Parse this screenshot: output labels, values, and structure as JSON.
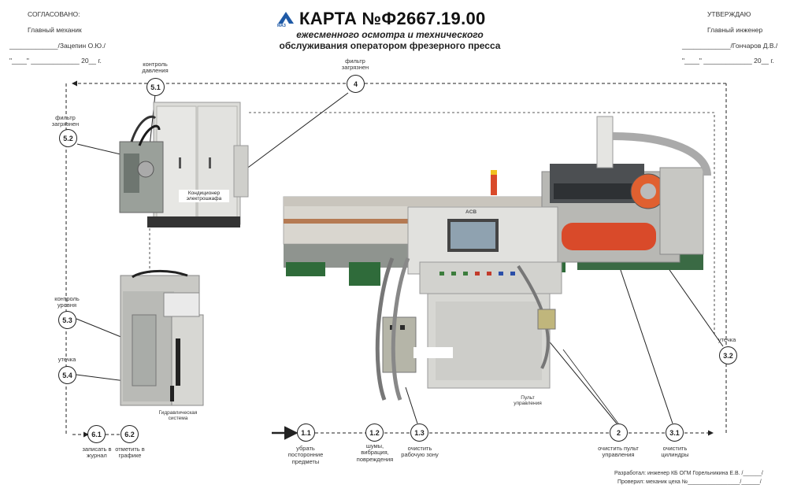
{
  "header": {
    "left": {
      "approved": "СОГЛАСОВАНО:",
      "role": "Главный механик",
      "name_line": "_____________/Зацепин О.Ю./",
      "date_line": "\"____\" _____________ 20__ г."
    },
    "right": {
      "approved": "УТВЕРЖДАЮ",
      "role": "Главный инженер",
      "name_line": "_____________/Гончаров Д.В./",
      "date_line": "\"____\" _____________ 20__ г."
    },
    "logo_text": "МАЗ",
    "title": "КАРТА №Ф2667.19.00",
    "subtitle_1": "ежесменного осмотра и технического",
    "subtitle_2": "обслуживания оператором фрезерного пресса"
  },
  "nodes": {
    "n51": {
      "id": "5.1",
      "label": "контроль давления"
    },
    "n4": {
      "id": "4",
      "label": "фильтр загрязнен"
    },
    "n52": {
      "id": "5.2",
      "label": "фильтр загрязнен"
    },
    "n53": {
      "id": "5.3",
      "label": "контроль уровня"
    },
    "n54": {
      "id": "5.4",
      "label": "утечка"
    },
    "n61": {
      "id": "6.1",
      "label": "записать в журнал"
    },
    "n62": {
      "id": "6.2",
      "label": "отметить в графике"
    },
    "n11": {
      "id": "1.1",
      "label": "убрать посторонние предметы"
    },
    "n12": {
      "id": "1.2",
      "label": "шумы, вибрация, повреждения"
    },
    "n13": {
      "id": "1.3",
      "label": "очистить рабочую зону"
    },
    "n2": {
      "id": "2",
      "label": "очистить пульт управления"
    },
    "n31": {
      "id": "3.1",
      "label": "очистить цилиндры"
    },
    "n32": {
      "id": "3.2",
      "label": "утечка"
    }
  },
  "captions": {
    "conditioner": "Кондиционер электрошкафа",
    "hydraulic": "Гидравлическая система",
    "console": "Пульт управления",
    "console_brand": "ACB"
  },
  "footer": {
    "developed": "Разработал: инженер КБ ОГМ   Горельникина Е.В. /______/",
    "checked": "Проверил:   механик цеха №_________________/______/"
  },
  "colors": {
    "accent": "#1f5aa6",
    "line": "#222222",
    "cabinet": "#d9d9d6",
    "press_red": "#d94a2a"
  }
}
